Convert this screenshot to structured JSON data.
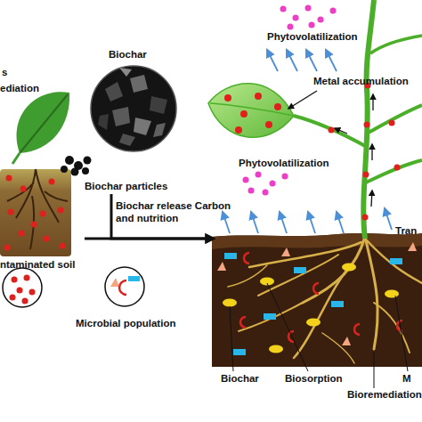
{
  "diagram": {
    "nodes": [
      {
        "text": [
          "ntaminated soil"
        ]
      },
      {
        "text": [
          "Biochar",
          "Biochar particles"
        ]
      },
      {
        "text": [
          "Microbial population"
        ]
      },
      {
        "text": [
          "Biochar",
          "Biosorption",
          "M",
          "Bioremediation"
        ]
      }
    ],
    "edges": [
      {
        "from": 1,
        "to": 3,
        "label": "Biochar release Carbon and nutrition",
        "arrow": "to"
      },
      {
        "from": 0,
        "to": 3,
        "arrow": "to"
      }
    ],
    "labels": [
      "s",
      "ediation",
      "Phytovolatilization",
      "Metal accumulation",
      "Phytovolatilization",
      "Tran"
    ]
  }
}
